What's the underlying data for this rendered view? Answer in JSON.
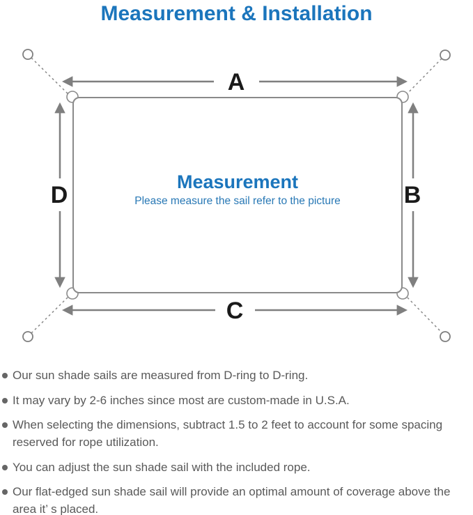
{
  "title": "Measurement & Installation",
  "diagram": {
    "center_title": "Measurement",
    "center_subtitle": "Please measure the sail refer to the picture",
    "labels": {
      "top": "A",
      "right": "B",
      "bottom": "C",
      "left": "D"
    },
    "colors": {
      "accent_blue": "#1b75bc",
      "subtitle_blue": "#2878b5",
      "line_gray": "#7f7f7f",
      "outline_gray": "#8a8a8a",
      "label_black": "#1a1a1a"
    }
  },
  "notes": {
    "items": [
      "Our sun shade sails are measured from D-ring to D-ring.",
      "It may vary by 2-6 inches since most are custom-made in U.S.A.",
      "When selecting the dimensions, subtract 1.5 to 2 feet to account for some spacing reserved for rope utilization.",
      "You can adjust the sun shade sail with the included rope.",
      "Our flat-edged sun shade sail will provide an optimal amount of coverage above the area it’ s placed."
    ]
  }
}
